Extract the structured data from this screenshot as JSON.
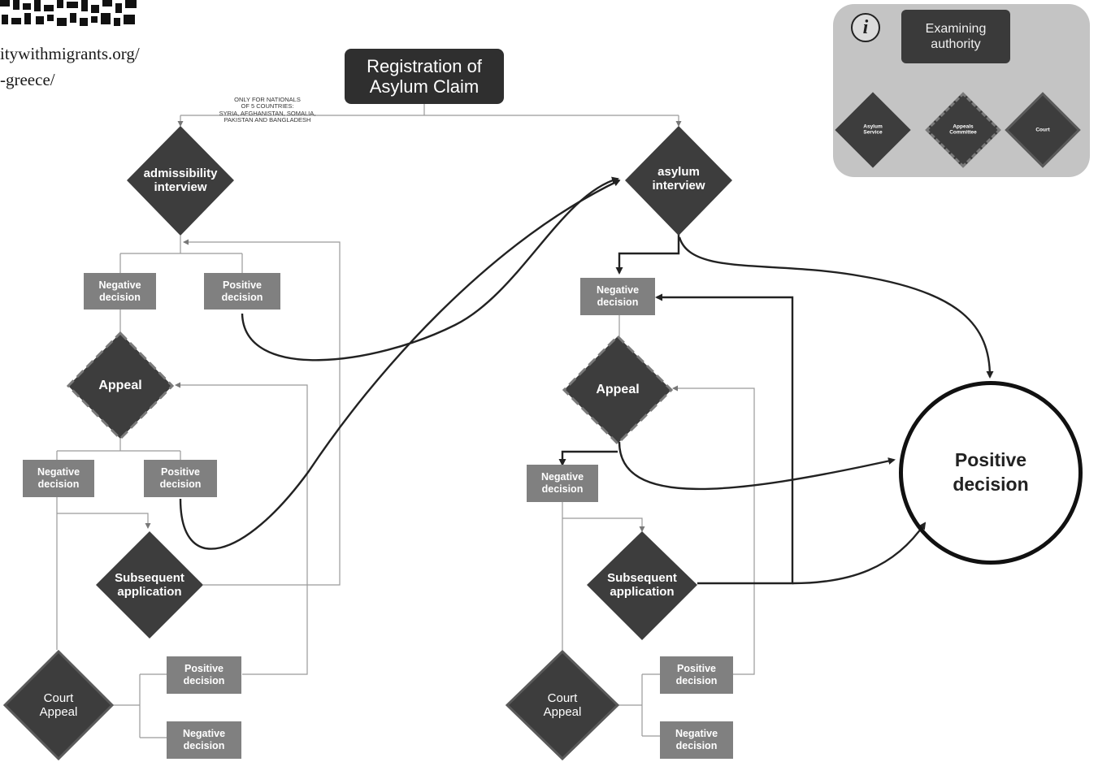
{
  "source_url": {
    "line1": "itywithmigrants.org/",
    "line2": "-greece/"
  },
  "start": {
    "label": "Registration of\nAsylum Claim"
  },
  "note": {
    "text": "ONLY FOR NATIONALS\nOF 5 COUNTRIES:\nSYRIA, AFGHANISTAN, SOMALIA,\nPAKISTAN AND BANGLADESH"
  },
  "diamonds": {
    "admissibility_interview": "admissibility\ninterview",
    "asylum_interview": "asylum\ninterview",
    "appeal_left": "Appeal",
    "appeal_right": "Appeal",
    "subsequent_left": "Subsequent\napplication",
    "subsequent_right": "Subsequent\napplication",
    "court_left": "Court\nAppeal",
    "court_right": "Court\nAppeal"
  },
  "boxes": {
    "adm_negative": "Negative\ndecision",
    "adm_positive": "Positive\ndecision",
    "appeal_l_negative": "Negative\ndecision",
    "appeal_l_positive": "Positive\ndecision",
    "court_l_positive": "Positive\ndecision",
    "court_l_negative": "Negative\ndecision",
    "asy_negative": "Negative\ndecision",
    "appeal_r_negative": "Negative\ndecision",
    "court_r_positive": "Positive\ndecision",
    "court_r_negative": "Negative\ndecision"
  },
  "final": {
    "label": "Positive\ndecision"
  },
  "legend": {
    "icon": "info-icon",
    "title": "Examining\nauthority",
    "asylum_service": "Asylum\nService",
    "appeals_committee": "Appeals\nCommittee",
    "court": "Court"
  },
  "colors": {
    "asylum_service": "#3d3d3d",
    "appeals_committee_border": "#7a7a7a",
    "court_border": "#5a5a5a",
    "decision_box": "#808080"
  }
}
